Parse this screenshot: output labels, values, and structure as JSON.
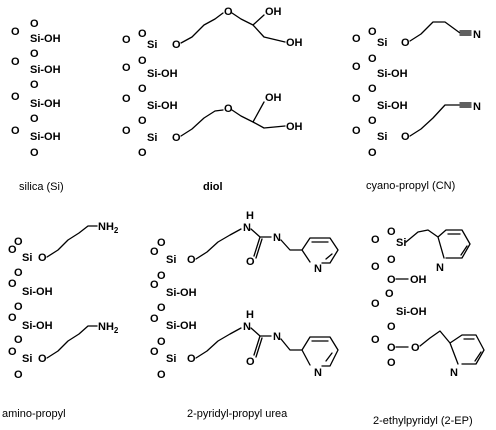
{
  "atoms": {
    "o": "O",
    "si": "Si",
    "si_oh": "Si-OH",
    "oh": "OH",
    "n": "N",
    "nh": "N",
    "h": "H",
    "nh2": "NH",
    "sub2": "2"
  },
  "captions": {
    "silica": "silica (Si)",
    "diol": "diol",
    "cyano_propyl": "cyano-propyl (CN)",
    "amino_propyl": "amino-propyl",
    "pyridyl_propyl_urea": "2-pyridyl-propyl urea",
    "ethylpyridyl": "2-ethylpyridyl (2-EP)"
  }
}
